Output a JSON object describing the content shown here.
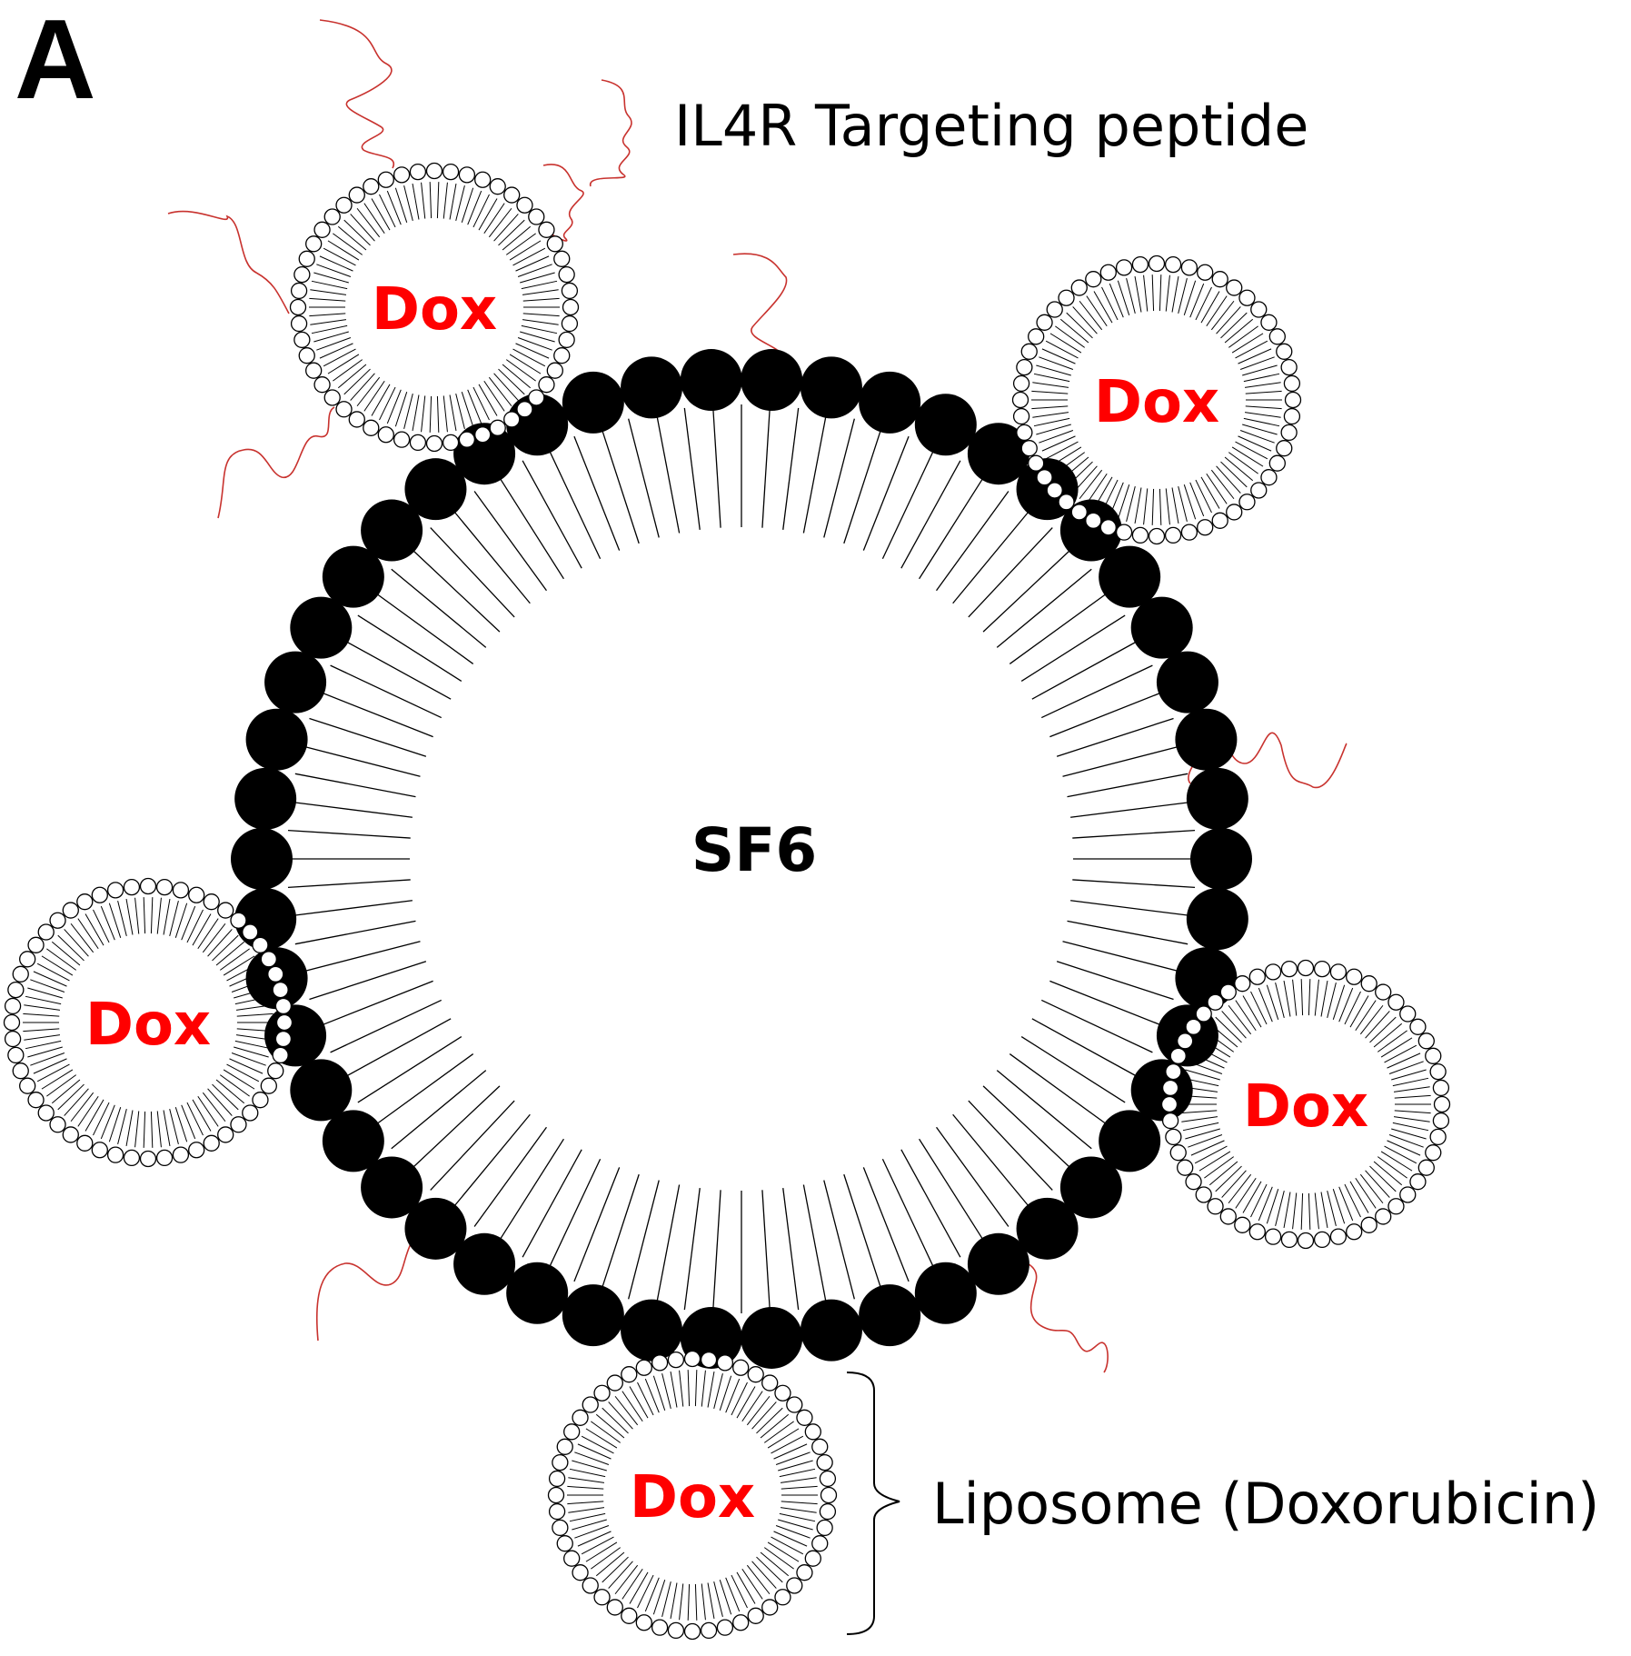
{
  "panel_label": "A",
  "labels": {
    "targeting_peptide": "IL4R Targeting peptide",
    "liposome": "Liposome (Doxorubicin)"
  },
  "core": {
    "label": "SF6"
  },
  "liposomes": [
    {
      "label": "Dox"
    },
    {
      "label": "Dox"
    },
    {
      "label": "Dox"
    },
    {
      "label": "Dox"
    },
    {
      "label": "Dox"
    }
  ],
  "colors": {
    "peptide": "#c8322e",
    "drug_label": "#ff0000",
    "membrane": "#000000",
    "background": "#ffffff"
  }
}
